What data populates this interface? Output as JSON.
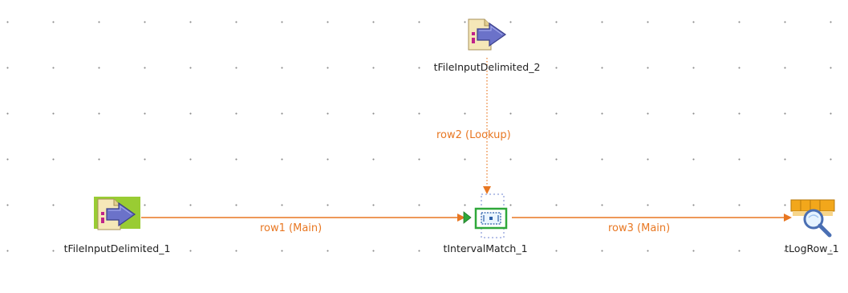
{
  "colors": {
    "link": "#e87722",
    "label_text": "#222222",
    "file_icon_page": "#f5e7b8",
    "file_icon_arrow": "#6b72c9",
    "file_icon_pink": "#c0228a",
    "selected_bg": "#99cc33",
    "match_green": "#2fa83a",
    "log_orange": "#f2a71b",
    "log_blue": "#4a6fb3"
  },
  "components": {
    "file_input_1": {
      "label": "tFileInputDelimited_1",
      "icon": "file-input-delimited-icon",
      "selected": true
    },
    "file_input_2": {
      "label": "tFileInputDelimited_2",
      "icon": "file-input-delimited-icon",
      "selected": false
    },
    "interval_match": {
      "label": "tIntervalMatch_1",
      "icon": "interval-match-icon"
    },
    "log_row": {
      "label": "tLogRow_1",
      "icon": "log-row-icon"
    }
  },
  "links": {
    "row1": {
      "label": "row1 (Main)",
      "style": "solid"
    },
    "row2": {
      "label": "row2 (Lookup)",
      "style": "dotted"
    },
    "row3": {
      "label": "row3 (Main)",
      "style": "solid"
    }
  }
}
